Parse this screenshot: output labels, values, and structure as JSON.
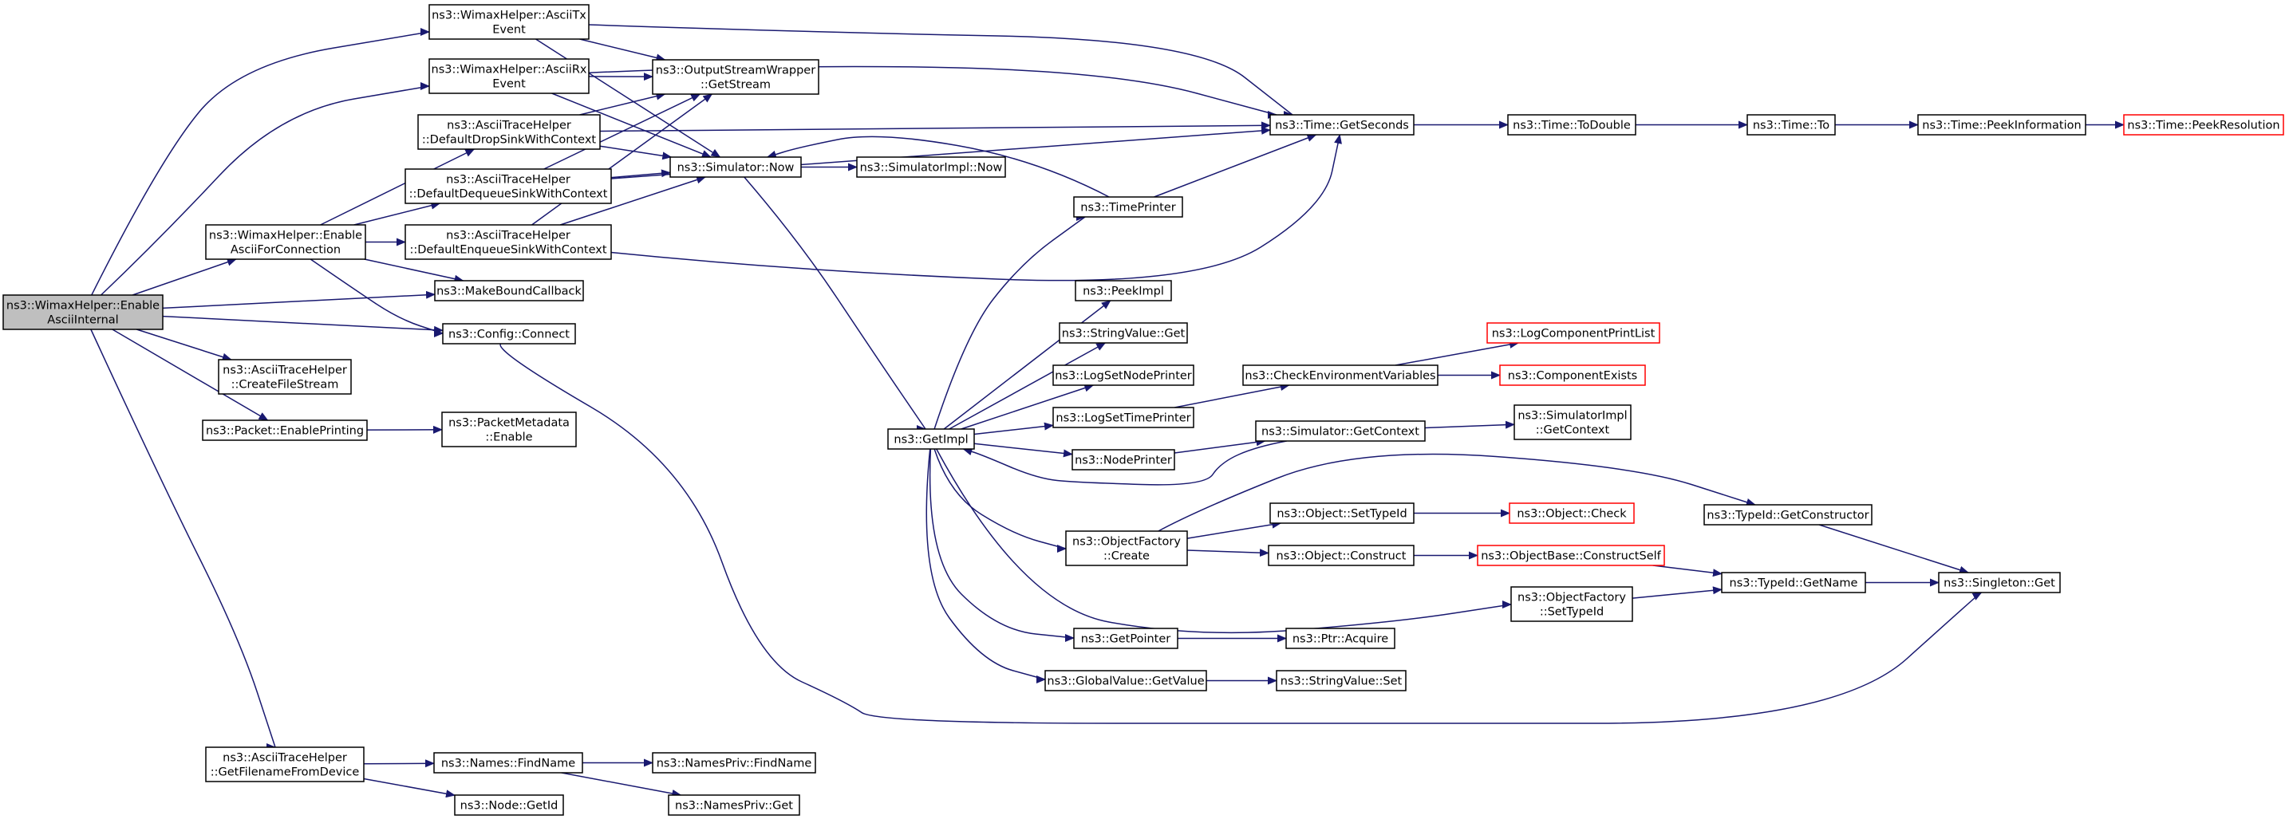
{
  "colors": {
    "edge": "#191970",
    "node_border": "#000000",
    "node_border_external": "#ff0000",
    "node_fill": "#ffffff",
    "root_fill": "#bfbfbf"
  },
  "nodes": [
    {
      "id": "root",
      "lines": [
        "ns3::WimaxHelper::Enable",
        "AsciiInternal"
      ],
      "kind": "root"
    },
    {
      "id": "asciiTxEvent",
      "lines": [
        "ns3::WimaxHelper::AsciiTx",
        "Event"
      ]
    },
    {
      "id": "asciiRxEvent",
      "lines": [
        "ns3::WimaxHelper::AsciiRx",
        "Event"
      ]
    },
    {
      "id": "defaultDrop",
      "lines": [
        "ns3::AsciiTraceHelper",
        "::DefaultDropSinkWithContext"
      ]
    },
    {
      "id": "defaultDequeue",
      "lines": [
        "ns3::AsciiTraceHelper",
        "::DefaultDequeueSinkWithContext"
      ]
    },
    {
      "id": "defaultEnqueue",
      "lines": [
        "ns3::AsciiTraceHelper",
        "::DefaultEnqueueSinkWithContext"
      ]
    },
    {
      "id": "enableAsciiForConn",
      "lines": [
        "ns3::WimaxHelper::Enable",
        "AsciiForConnection"
      ]
    },
    {
      "id": "makeBoundCallback",
      "lines": [
        "ns3::MakeBoundCallback"
      ]
    },
    {
      "id": "configConnect",
      "lines": [
        "ns3::Config::Connect"
      ]
    },
    {
      "id": "createFileStream",
      "lines": [
        "ns3::AsciiTraceHelper",
        "::CreateFileStream"
      ]
    },
    {
      "id": "packetEnablePrinting",
      "lines": [
        "ns3::Packet::EnablePrinting"
      ]
    },
    {
      "id": "packetMetadataEnable",
      "lines": [
        "ns3::PacketMetadata",
        "::Enable"
      ]
    },
    {
      "id": "getFilename",
      "lines": [
        "ns3::AsciiTraceHelper",
        "::GetFilenameFromDevice"
      ]
    },
    {
      "id": "outputStream",
      "lines": [
        "ns3::OutputStreamWrapper",
        "::GetStream"
      ]
    },
    {
      "id": "simNow",
      "lines": [
        "ns3::Simulator::Now"
      ]
    },
    {
      "id": "simImplNow",
      "lines": [
        "ns3::SimulatorImpl::Now"
      ]
    },
    {
      "id": "timeGetSeconds",
      "lines": [
        "ns3::Time::GetSeconds"
      ]
    },
    {
      "id": "timeToDouble",
      "lines": [
        "ns3::Time::ToDouble"
      ]
    },
    {
      "id": "timeTo",
      "lines": [
        "ns3::Time::To"
      ]
    },
    {
      "id": "timePeekInfo",
      "lines": [
        "ns3::Time::PeekInformation"
      ]
    },
    {
      "id": "timePeekRes",
      "lines": [
        "ns3::Time::PeekResolution"
      ],
      "kind": "external"
    },
    {
      "id": "timePrinter",
      "lines": [
        "ns3::TimePrinter"
      ]
    },
    {
      "id": "getImpl",
      "lines": [
        "ns3::GetImpl"
      ]
    },
    {
      "id": "peekImpl",
      "lines": [
        "ns3::PeekImpl"
      ]
    },
    {
      "id": "stringValueGet",
      "lines": [
        "ns3::StringValue::Get"
      ]
    },
    {
      "id": "logSetNodePrinter",
      "lines": [
        "ns3::LogSetNodePrinter"
      ]
    },
    {
      "id": "logSetTimePrinter",
      "lines": [
        "ns3::LogSetTimePrinter"
      ]
    },
    {
      "id": "nodePrinter",
      "lines": [
        "ns3::NodePrinter"
      ]
    },
    {
      "id": "checkEnv",
      "lines": [
        "ns3::CheckEnvironmentVariables"
      ]
    },
    {
      "id": "logCompPrintList",
      "lines": [
        "ns3::LogComponentPrintList"
      ],
      "kind": "external"
    },
    {
      "id": "componentExists",
      "lines": [
        "ns3::ComponentExists"
      ],
      "kind": "external"
    },
    {
      "id": "simGetContext",
      "lines": [
        "ns3::Simulator::GetContext"
      ]
    },
    {
      "id": "simImplGetContext",
      "lines": [
        "ns3::SimulatorImpl",
        "::GetContext"
      ]
    },
    {
      "id": "objFactoryCreate",
      "lines": [
        "ns3::ObjectFactory",
        "::Create"
      ]
    },
    {
      "id": "objSetTypeId",
      "lines": [
        "ns3::Object::SetTypeId"
      ]
    },
    {
      "id": "objCheck",
      "lines": [
        "ns3::Object::Check"
      ],
      "kind": "external"
    },
    {
      "id": "objConstruct",
      "lines": [
        "ns3::Object::Construct"
      ]
    },
    {
      "id": "objBaseConstructSelf",
      "lines": [
        "ns3::ObjectBase::ConstructSelf"
      ],
      "kind": "external"
    },
    {
      "id": "typeIdGetConstructor",
      "lines": [
        "ns3::TypeId::GetConstructor"
      ]
    },
    {
      "id": "typeIdGetName",
      "lines": [
        "ns3::TypeId::GetName"
      ]
    },
    {
      "id": "singletonGet",
      "lines": [
        "ns3::Singleton::Get"
      ]
    },
    {
      "id": "objFactorySetTypeId",
      "lines": [
        "ns3::ObjectFactory",
        "::SetTypeId"
      ]
    },
    {
      "id": "getPointer",
      "lines": [
        "ns3::GetPointer"
      ]
    },
    {
      "id": "ptrAcquire",
      "lines": [
        "ns3::Ptr::Acquire"
      ]
    },
    {
      "id": "globalValueGet",
      "lines": [
        "ns3::GlobalValue::GetValue"
      ]
    },
    {
      "id": "stringValueSet",
      "lines": [
        "ns3::StringValue::Set"
      ]
    },
    {
      "id": "namesFindName",
      "lines": [
        "ns3::Names::FindName"
      ]
    },
    {
      "id": "namesPrivFindName",
      "lines": [
        "ns3::NamesPriv::FindName"
      ]
    },
    {
      "id": "nodeGetId",
      "lines": [
        "ns3::Node::GetId"
      ]
    },
    {
      "id": "namesPrivGet",
      "lines": [
        "ns3::NamesPriv::Get"
      ]
    }
  ],
  "edges": [
    {
      "from": "root",
      "to": "asciiTxEvent"
    },
    {
      "from": "root",
      "to": "asciiRxEvent"
    },
    {
      "from": "root",
      "to": "enableAsciiForConn"
    },
    {
      "from": "root",
      "to": "makeBoundCallback"
    },
    {
      "from": "root",
      "to": "configConnect"
    },
    {
      "from": "root",
      "to": "createFileStream"
    },
    {
      "from": "root",
      "to": "packetEnablePrinting"
    },
    {
      "from": "root",
      "to": "getFilename"
    },
    {
      "from": "asciiTxEvent",
      "to": "outputStream"
    },
    {
      "from": "asciiTxEvent",
      "to": "simNow"
    },
    {
      "from": "asciiTxEvent",
      "to": "timeGetSeconds"
    },
    {
      "from": "asciiRxEvent",
      "to": "outputStream"
    },
    {
      "from": "asciiRxEvent",
      "to": "simNow"
    },
    {
      "from": "asciiRxEvent",
      "to": "timeGetSeconds"
    },
    {
      "from": "defaultDrop",
      "to": "outputStream"
    },
    {
      "from": "defaultDrop",
      "to": "simNow"
    },
    {
      "from": "defaultDrop",
      "to": "timeGetSeconds"
    },
    {
      "from": "defaultDequeue",
      "to": "outputStream"
    },
    {
      "from": "defaultDequeue",
      "to": "simNow"
    },
    {
      "from": "defaultDequeue",
      "to": "timeGetSeconds"
    },
    {
      "from": "defaultEnqueue",
      "to": "outputStream"
    },
    {
      "from": "defaultEnqueue",
      "to": "simNow"
    },
    {
      "from": "defaultEnqueue",
      "to": "timeGetSeconds"
    },
    {
      "from": "enableAsciiForConn",
      "to": "defaultDrop"
    },
    {
      "from": "enableAsciiForConn",
      "to": "defaultDequeue"
    },
    {
      "from": "enableAsciiForConn",
      "to": "defaultEnqueue"
    },
    {
      "from": "enableAsciiForConn",
      "to": "makeBoundCallback"
    },
    {
      "from": "enableAsciiForConn",
      "to": "configConnect"
    },
    {
      "from": "configConnect",
      "to": "singletonGet"
    },
    {
      "from": "packetEnablePrinting",
      "to": "packetMetadataEnable"
    },
    {
      "from": "getFilename",
      "to": "namesFindName"
    },
    {
      "from": "getFilename",
      "to": "nodeGetId"
    },
    {
      "from": "namesFindName",
      "to": "namesPrivFindName"
    },
    {
      "from": "namesFindName",
      "to": "namesPrivGet"
    },
    {
      "from": "simNow",
      "to": "simImplNow"
    },
    {
      "from": "simNow",
      "to": "getImpl"
    },
    {
      "from": "timeGetSeconds",
      "to": "timeToDouble"
    },
    {
      "from": "timeToDouble",
      "to": "timeTo"
    },
    {
      "from": "timeTo",
      "to": "timePeekInfo"
    },
    {
      "from": "timePeekInfo",
      "to": "timePeekRes"
    },
    {
      "from": "timePrinter",
      "to": "simNow"
    },
    {
      "from": "timePrinter",
      "to": "timeGetSeconds"
    },
    {
      "from": "getImpl",
      "to": "timePrinter"
    },
    {
      "from": "getImpl",
      "to": "peekImpl"
    },
    {
      "from": "getImpl",
      "to": "stringValueGet"
    },
    {
      "from": "getImpl",
      "to": "logSetNodePrinter"
    },
    {
      "from": "getImpl",
      "to": "logSetTimePrinter"
    },
    {
      "from": "getImpl",
      "to": "nodePrinter"
    },
    {
      "from": "getImpl",
      "to": "objFactoryCreate"
    },
    {
      "from": "getImpl",
      "to": "objFactorySetTypeId"
    },
    {
      "from": "getImpl",
      "to": "getPointer"
    },
    {
      "from": "getImpl",
      "to": "globalValueGet"
    },
    {
      "from": "logSetTimePrinter",
      "to": "checkEnv"
    },
    {
      "from": "checkEnv",
      "to": "logCompPrintList"
    },
    {
      "from": "checkEnv",
      "to": "componentExists"
    },
    {
      "from": "nodePrinter",
      "to": "simGetContext"
    },
    {
      "from": "simGetContext",
      "to": "getImpl"
    },
    {
      "from": "simGetContext",
      "to": "simImplGetContext"
    },
    {
      "from": "objFactoryCreate",
      "to": "objSetTypeId"
    },
    {
      "from": "objFactoryCreate",
      "to": "objConstruct"
    },
    {
      "from": "objFactoryCreate",
      "to": "typeIdGetConstructor"
    },
    {
      "from": "objSetTypeId",
      "to": "objCheck"
    },
    {
      "from": "objConstruct",
      "to": "objBaseConstructSelf"
    },
    {
      "from": "objBaseConstructSelf",
      "to": "typeIdGetName"
    },
    {
      "from": "typeIdGetConstructor",
      "to": "singletonGet"
    },
    {
      "from": "typeIdGetName",
      "to": "singletonGet"
    },
    {
      "from": "objFactorySetTypeId",
      "to": "typeIdGetName"
    },
    {
      "from": "getPointer",
      "to": "ptrAcquire"
    },
    {
      "from": "globalValueGet",
      "to": "stringValueSet"
    }
  ]
}
